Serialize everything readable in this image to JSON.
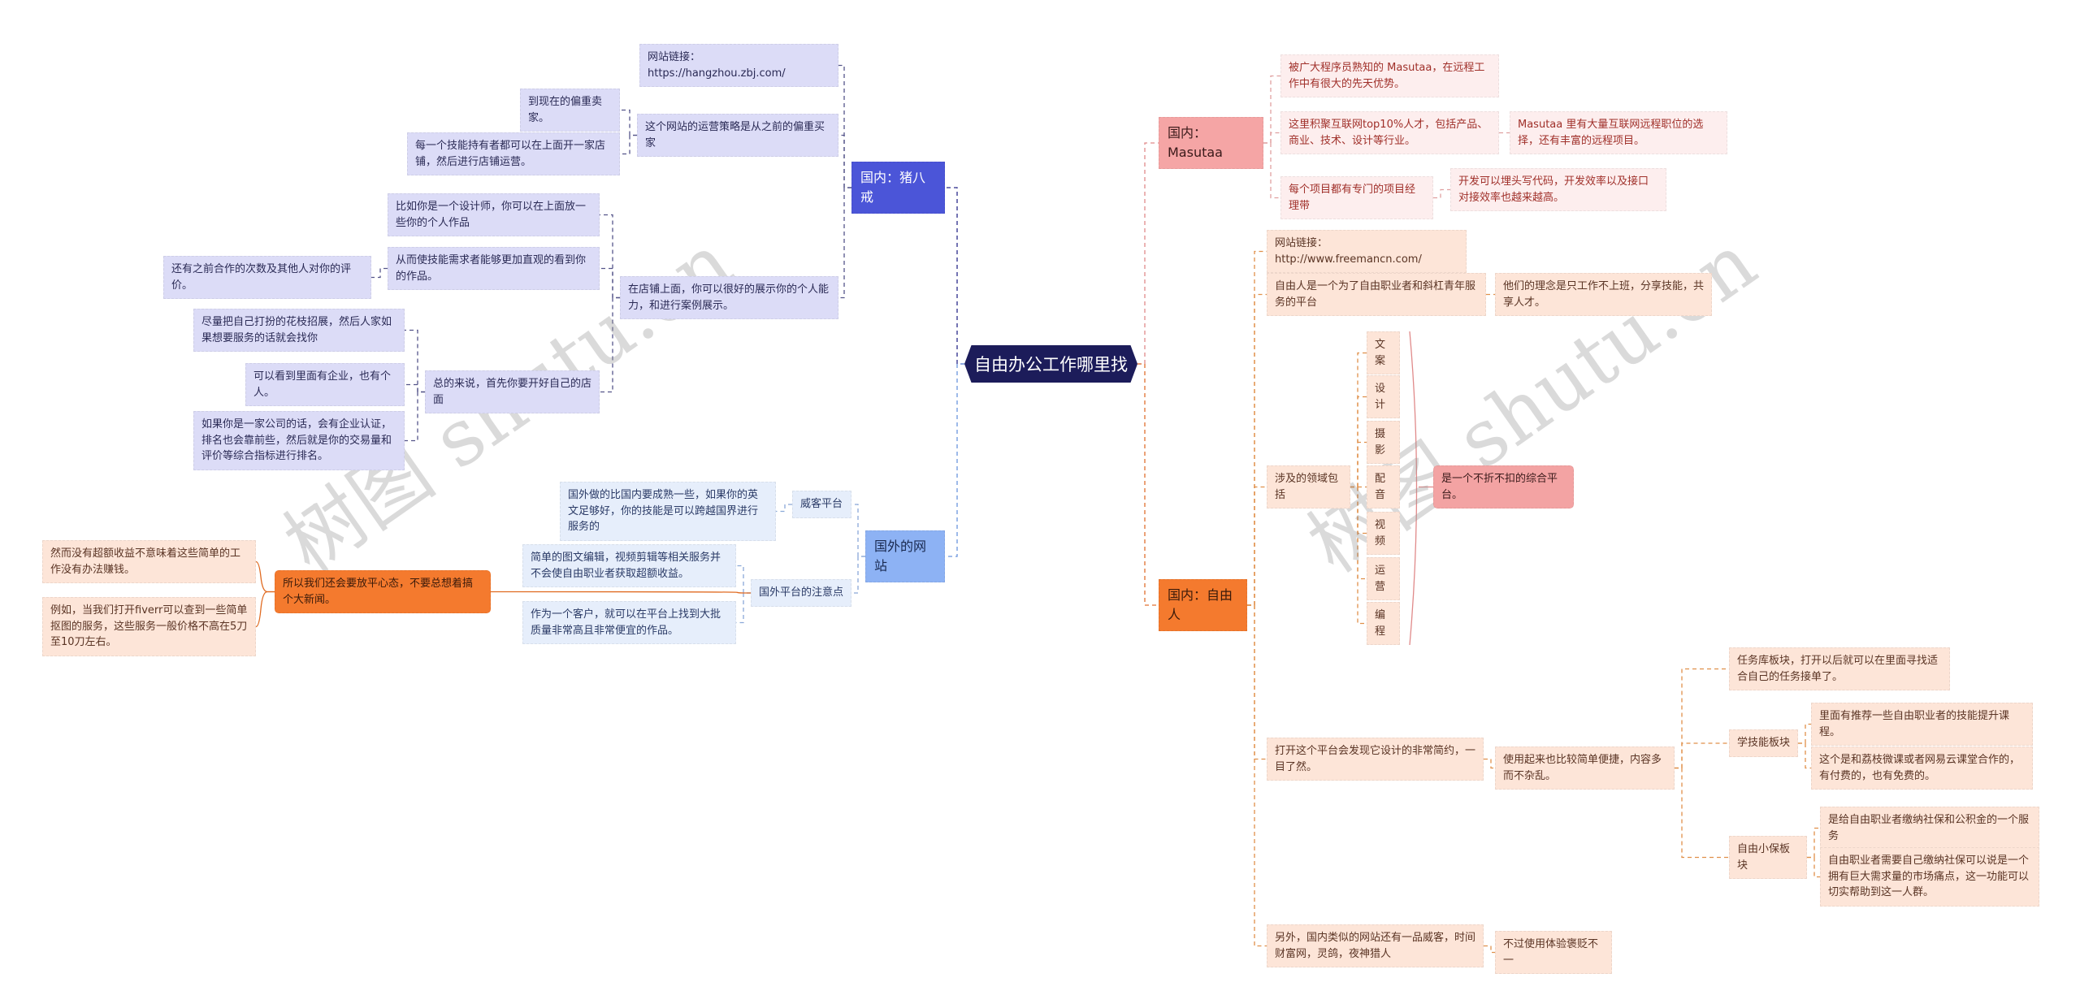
{
  "root": "自由办公工作哪里找",
  "watermark": "树图 shutu.cn",
  "left": {
    "zbj": {
      "label": "国内：猪八戒",
      "link": "网站链接：https://hangzhou.zbj.com/",
      "strategy": "这个网站的运营策略是从之前的偏重买家",
      "strategy_children": [
        "到现在的偏重卖家。",
        "每一个技能持有者都可以在上面开一家店铺，然后进行店铺运营。"
      ],
      "shop": "在店铺上面，你可以很好的展示你的个人能力，和进行案例展示。",
      "shop_children": [
        "比如你是一个设计师，你可以在上面放一些你的个人作品",
        "从而使技能需求者能够更加直观的看到你的作品。"
      ],
      "shop_grandchild": "还有之前合作的次数及其他人对你的评价。",
      "summary": "总的来说，首先你要开好自己的店面",
      "summary_children": [
        "尽量把自己打扮的花枝招展，然后人家如果想要服务的话就会找你",
        "可以看到里面有企业，也有个人。",
        "如果你是一家公司的话，会有企业认证，排名也会靠前些，然后就是你的交易量和评价等综合指标进行排名。"
      ]
    },
    "foreign": {
      "label": "国外的网站",
      "weike": "威客平台",
      "weike_child": "国外做的比国内要成熟一些，如果你的英文足够好，你的技能是可以跨越国界进行服务的",
      "notes": "国外平台的注意点",
      "notes_children": [
        "简单的图文编辑，视频剪辑等相关服务并不会使自由职业者获取超额收益。",
        "作为一个客户，就可以在平台上找到大批质量非常高且非常便宜的作品。"
      ],
      "summary": "所以我们还会要放平心态，不要总想着搞个大新闻。",
      "summary_children": [
        "然而没有超额收益不意味着这些简单的工作没有办法赚钱。",
        "例如，当我们打开fiverr可以查到一些简单抠图的服务，这些服务一般价格不高在5刀至10刀左右。"
      ]
    }
  },
  "right": {
    "masutaa": {
      "label": "国内：Masutaa",
      "items": [
        "被广大程序员熟知的 Masutaa，在远程工作中有很大的先天优势。",
        "这里积聚互联网top10%人才，包括产品、商业、技术、设计等行业。",
        "每个项目都有专门的项目经理带"
      ],
      "item2_child": "Masutaa 里有大量互联网远程职位的选择，还有丰富的远程项目。",
      "item3_child": "开发可以埋头写代码，开发效率以及接口对接效率也越来越高。"
    },
    "freeman": {
      "label": "国内：自由人",
      "link": "网站链接：http://www.freemancn.com/",
      "intro": "自由人是一个为了自由职业者和斜杠青年服务的平台",
      "intro_child": "他们的理念是只工作不上班，分享技能，共享人才。",
      "fields": "涉及的领域包括",
      "field_items": [
        "文案",
        "设计",
        "摄影",
        "配音",
        "视频",
        "运营",
        "编程"
      ],
      "fields_summary": "是一个不折不扣的综合平台。",
      "design": "打开这个平台会发现它设计的非常简约，一目了然。",
      "design_child": "使用起来也比较简单便捷，内容多而不杂乱。",
      "task": "任务库板块，打开以后就可以在里面寻找适合自己的任务接单了。",
      "learn": "学技能板块",
      "learn_children": [
        "里面有推荐一些自由职业者的技能提升课程。",
        "这个是和荔枝微课或者网易云课堂合作的，有付费的，也有免费的。"
      ],
      "insure": "自由小保板块",
      "insure_children": [
        "是给自由职业者缴纳社保和公积金的一个服务",
        "自由职业者需要自己缴纳社保可以说是一个拥有巨大需求量的市场痛点，这一功能可以切实帮助到这一人群。"
      ],
      "others": "另外，国内类似的网站还有一品威客，时间财富网，灵鸽，夜神猎人",
      "others_child": "不过使用体验褒贬不一"
    }
  }
}
